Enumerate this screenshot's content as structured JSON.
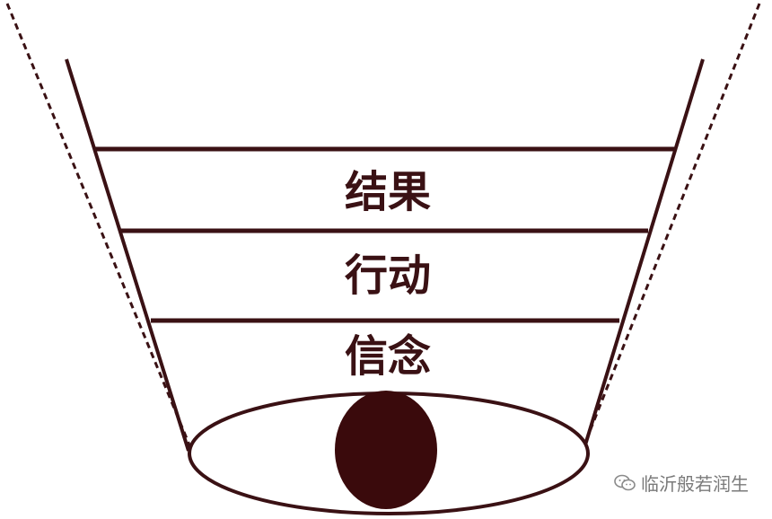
{
  "levels": [
    {
      "label": "结果"
    },
    {
      "label": "行动"
    },
    {
      "label": "信念"
    }
  ],
  "colors": {
    "line": "#3a1114",
    "core": "#3a0a0c",
    "text": "#3a1114",
    "watermark": "#7a7a7a"
  },
  "watermark": {
    "icon": "wechat-icon",
    "text": "临沂般若润生"
  }
}
